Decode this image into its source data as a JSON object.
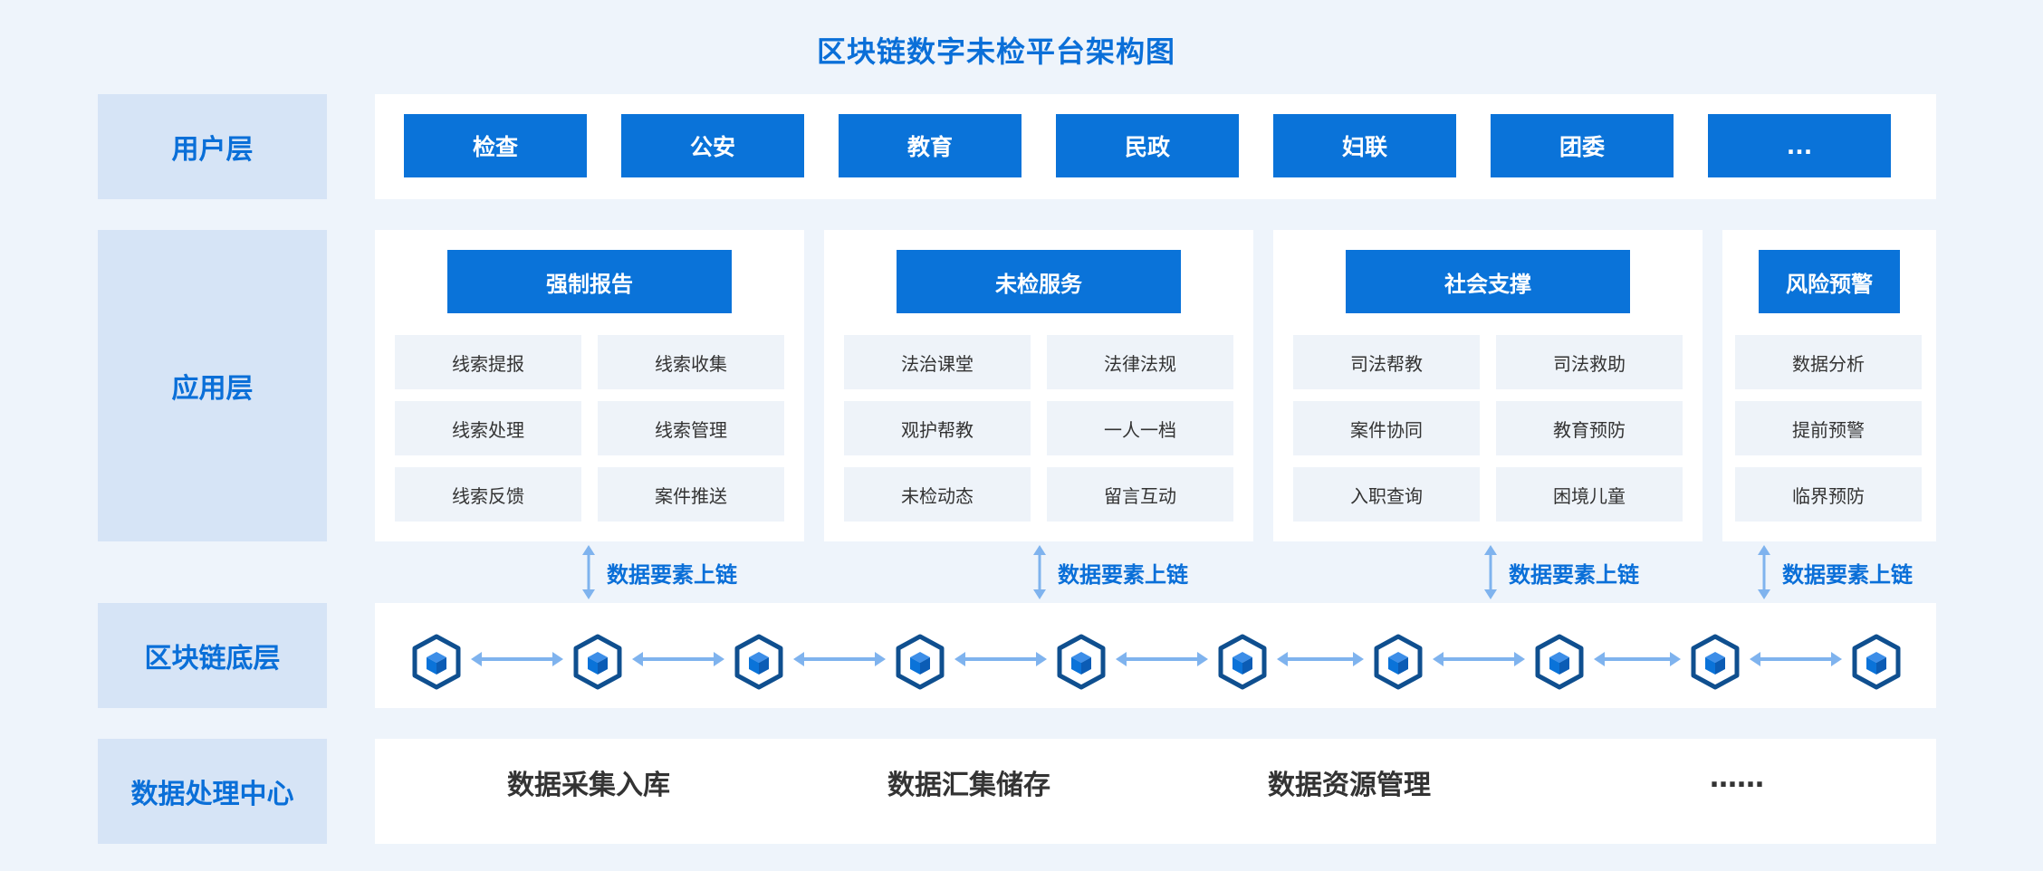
{
  "title": "区块链数字未检平台架构图",
  "layers": {
    "user": "用户层",
    "app": "应用层",
    "chain": "区块链底层",
    "data": "数据处理中心"
  },
  "user_layer": [
    "检查",
    "公安",
    "教育",
    "民政",
    "妇联",
    "团委",
    "..."
  ],
  "app_layer": [
    {
      "title": "强制报告",
      "items": [
        "线索提报",
        "线索收集",
        "线索处理",
        "线索管理",
        "线索反馈",
        "案件推送"
      ]
    },
    {
      "title": "未检服务",
      "items": [
        "法治课堂",
        "法律法规",
        "观护帮教",
        "一人一档",
        "未检动态",
        "留言互动"
      ]
    },
    {
      "title": "社会支撑",
      "items": [
        "司法帮教",
        "司法救助",
        "案件协同",
        "教育预防",
        "入职查询",
        "困境儿童"
      ]
    },
    {
      "title": "风险预警",
      "items": [
        "数据分析",
        "提前预警",
        "临界预防"
      ]
    }
  ],
  "chain_links": [
    "数据要素上链",
    "数据要素上链",
    "数据要素上链",
    "数据要素上链"
  ],
  "data_center": [
    "数据采集入库",
    "数据汇集储存",
    "数据资源管理",
    "……"
  ],
  "colors": {
    "primary": "#0a73d9",
    "accent_text": "#0a6fd8",
    "label_bg": "#d6e4f6",
    "page_bg": "#eef4fb",
    "arrow": "#7fb3ee",
    "cube_dark": "#0f4f8f"
  },
  "icons": {
    "block": "cube-icon",
    "link": "double-arrow-icon"
  }
}
